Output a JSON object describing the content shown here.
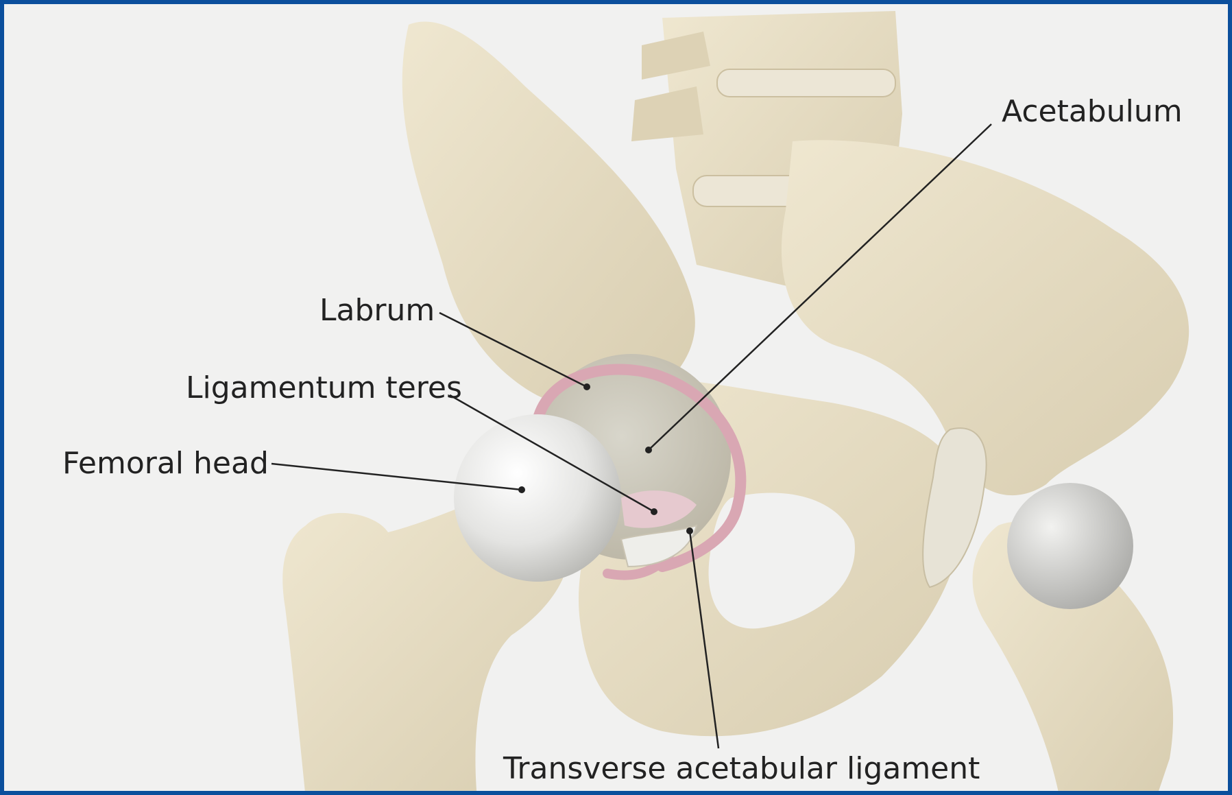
{
  "frame": {
    "border_color": "#0b4f9c",
    "background_color": "#f1f1f0"
  },
  "colors": {
    "bone": "#e8dfc6",
    "bone_shadow": "#cfc4a4",
    "cartilage": "#e9e9e7",
    "labrum": "#d9a7b3",
    "leader_line": "#222222"
  },
  "labels": {
    "acetabulum": "Acetabulum",
    "labrum": "Labrum",
    "ligamentum_teres": "Ligamentum teres",
    "femoral_head": "Femoral head",
    "transverse_acetabular_ligament": "Transverse acetabular ligament"
  }
}
